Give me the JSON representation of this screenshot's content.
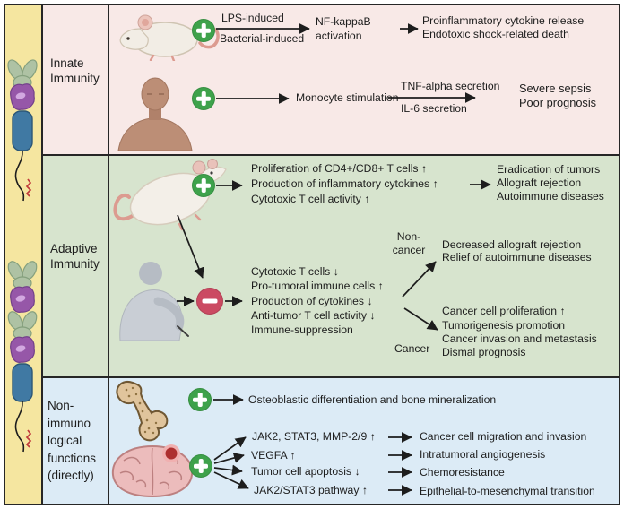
{
  "colors": {
    "strip_bg": "#f5e6a0",
    "innate_bg": "#f8e9e7",
    "adaptive_bg": "#d7e4ce",
    "nonimmuno_bg": "#dcebf6",
    "plus_green": "#3ea24b",
    "minus_red": "#cb4a62",
    "border": "#262626"
  },
  "icons": {
    "strip": [
      "antibody-receptor-single-icon",
      "antibody-receptor-double-icon"
    ],
    "innate": [
      "mouse-icon",
      "human-bust-icon"
    ],
    "adaptive": [
      "rat-icon",
      "person-writing-icon"
    ],
    "nonimmuno": [
      "bone-icon",
      "brain-tumor-icon"
    ],
    "signs": {
      "plus": "+",
      "minus": "−"
    }
  },
  "innate": {
    "label": "Innate\nImmunity",
    "mouse_pathway": {
      "stimulus_top": "LPS-induced",
      "stimulus_bottom": "Bacterial-induced",
      "mediator": "NF-kappaB\nactivation",
      "outcomes": [
        "Proinflammatory cytokine release",
        "Endotoxic shock-related death"
      ]
    },
    "human_pathway": {
      "step": "Monocyte stimulation",
      "mediator_top": "TNF-alpha secretion",
      "mediator_bottom": "IL-6 secretion",
      "outcomes": [
        "Severe sepsis",
        "Poor prognosis"
      ]
    }
  },
  "adaptive": {
    "label": "Adaptive\nImmunity",
    "activation_pathway": {
      "effects": [
        "Proliferation of CD4+/CD8+ T cells ↑",
        "Production of inflammatory cytokines ↑",
        "Cytotoxic T cell activity ↑"
      ],
      "outcomes": [
        "Eradication of tumors",
        "Allograft rejection",
        "Autoimmune diseases"
      ]
    },
    "suppression_pathway": {
      "effects": [
        "Cytotoxic T cells ↓",
        "Pro-tumoral immune cells ↑",
        "Production of cytokines ↓",
        "Anti-tumor T cell activity ↓",
        "Immune-suppression"
      ],
      "non_cancer_label": "Non-\ncancer",
      "non_cancer_outcomes": [
        "Decreased allograft rejection",
        "Relief of autoimmune diseases"
      ],
      "cancer_label": "Cancer",
      "cancer_outcomes": [
        "Cancer cell proliferation ↑",
        "Tumorigenesis promotion",
        "Cancer invasion and metastasis",
        "Dismal prognosis"
      ]
    }
  },
  "nonimmuno": {
    "label": "Non-\nimmuno\nlogical\nfunctions\n(directly)",
    "bone_pathway": {
      "outcome": "Osteoblastic differentiation and bone mineralization"
    },
    "brain_pathways": [
      {
        "mediator": "JAK2, STAT3, MMP-2/9 ↑",
        "outcome": "Cancer cell migration and invasion"
      },
      {
        "mediator": "VEGFA ↑",
        "outcome": "Intratumoral angiogenesis"
      },
      {
        "mediator": "Tumor cell apoptosis ↓",
        "outcome": "Chemoresistance"
      },
      {
        "mediator": "JAK2/STAT3 pathway ↑",
        "outcome": "Epithelial-to-mesenchymal transition"
      }
    ]
  }
}
